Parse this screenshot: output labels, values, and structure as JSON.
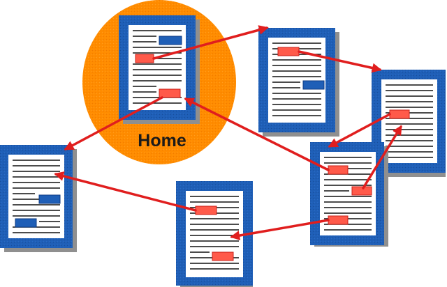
{
  "diagram": {
    "home_label": "Home",
    "colors": {
      "home_circle": "#ff8c00",
      "page_frame": "#1f5fb7",
      "page_frame_dark": "#123f86",
      "page_paper": "#ffffff",
      "page_lines": "#111111",
      "link_box": "#ff5a4a",
      "link_box_border": "#c8201a",
      "anchor_box": "#1f5fb7",
      "arrow": "#e01e1e",
      "shadow": "#9a9a9a"
    },
    "pages": [
      {
        "id": "home",
        "is_home": true
      },
      {
        "id": "top-middle",
        "is_home": false
      },
      {
        "id": "right",
        "is_home": false
      },
      {
        "id": "left",
        "is_home": false
      },
      {
        "id": "bottom-center",
        "is_home": false
      },
      {
        "id": "bottom-right",
        "is_home": false
      }
    ],
    "links": [
      {
        "from": "home",
        "to": "top-middle"
      },
      {
        "from": "home",
        "to": "left"
      },
      {
        "from": "top-middle",
        "to": "right"
      },
      {
        "from": "right",
        "to": "bottom-right"
      },
      {
        "from": "bottom-right",
        "to": "home"
      },
      {
        "from": "bottom-right",
        "to": "right"
      },
      {
        "from": "bottom-right",
        "to": "bottom-center"
      },
      {
        "from": "bottom-center",
        "to": "left"
      }
    ]
  }
}
